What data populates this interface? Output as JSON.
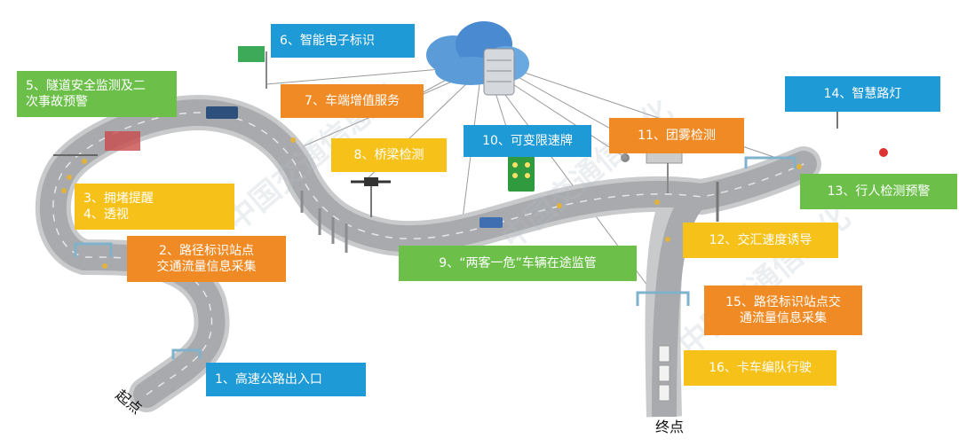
{
  "labels": [
    {
      "id": "l1",
      "text": "1、高速公路出入口",
      "color": "blue"
    },
    {
      "id": "l2",
      "text": "2、路径标识站点\n交通流量信息采集",
      "color": "orange"
    },
    {
      "id": "l3",
      "text": "3、拥堵提醒\n4、透视",
      "color": "yellow"
    },
    {
      "id": "l5",
      "text": "5、隧道安全监测及二\n次事故预警",
      "color": "green"
    },
    {
      "id": "l6",
      "text": "6、智能电子标识",
      "color": "blue"
    },
    {
      "id": "l7",
      "text": "7、车端增值服务",
      "color": "orange"
    },
    {
      "id": "l8",
      "text": "8、桥梁检测",
      "color": "yellow"
    },
    {
      "id": "l9",
      "text": "9、“两客一危”车辆在途监管",
      "color": "green"
    },
    {
      "id": "l10",
      "text": "10、可变限速牌",
      "color": "blue"
    },
    {
      "id": "l11",
      "text": "11、团雾检测",
      "color": "orange"
    },
    {
      "id": "l12",
      "text": "12、交汇速度诱导",
      "color": "yellow"
    },
    {
      "id": "l13",
      "text": "13、行人检测预警",
      "color": "green"
    },
    {
      "id": "l14",
      "text": "14、智慧路灯",
      "color": "blue"
    },
    {
      "id": "l15",
      "text": "15、路径标识站点交\n通流量信息采集",
      "color": "orange"
    },
    {
      "id": "l16",
      "text": "16、卡车编队行驶",
      "color": "yellow"
    }
  ],
  "start_label": "起点",
  "end_label": "终点",
  "colors": {
    "blue": "#1e9ad6",
    "orange": "#f08a24",
    "yellow": "#f6c21a",
    "green": "#6cc04a",
    "road": "#a9aaad"
  }
}
